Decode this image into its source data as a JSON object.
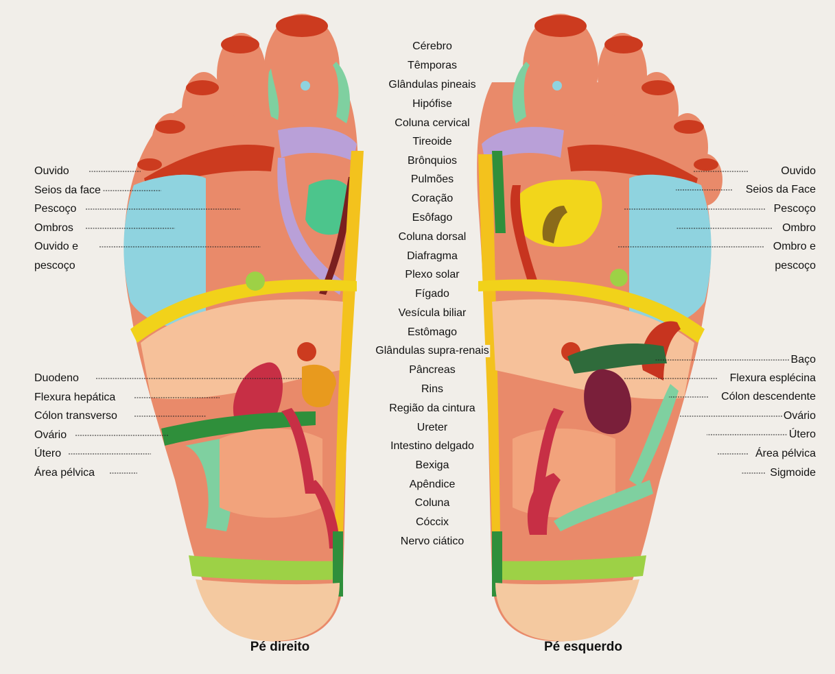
{
  "center_labels": [
    "Cérebro",
    "Têmporas",
    "Glândulas pineais",
    "Hipófise",
    "Coluna cervical",
    "Tireoide",
    "Brônquios",
    "Pulmões",
    "Coração",
    "Esôfago",
    "Coluna dorsal",
    "Diafragma",
    "Plexo solar",
    "Fígado",
    "Vesícula biliar",
    "Estômago",
    "Glândulas supra-renais",
    "Pâncreas",
    "Rins",
    "Região da cintura",
    "Ureter",
    "Intestino delgado",
    "Bexiga",
    "Apêndice",
    "Coluna",
    "Cóccix",
    "Nervo ciático"
  ],
  "left_labels": [
    "Ouvido",
    "Seios da face",
    "Pescoço",
    "Ombros",
    "Ouvido e",
    "pescoço",
    "Duodeno",
    "Flexura hepática",
    "Cólon transverso",
    "Ovário",
    "Útero",
    "Área pélvica"
  ],
  "right_labels": [
    "Ouvido",
    "Seios da Face",
    "Pescoço",
    "Ombro",
    "Ombro e",
    "pescoço",
    "Baço",
    "Flexura esplécina",
    "Cólon descendente",
    "Ovário",
    "Útero",
    "Área pélvica",
    "Sigmoide"
  ],
  "footer": {
    "right_foot": "Pé direito",
    "left_foot": "Pé esquerdo"
  },
  "colors": {
    "skin": "#e98a6a",
    "toe_tip": "#cc3b1f",
    "shoulder": "#8fd3df",
    "diaphragm": "#f1d21a",
    "spine": "#f3c21d",
    "heart": "#f2d61b",
    "lung_green": "#4cc58c",
    "kidney": "#c72f45",
    "colon_green": "#2f8f3b",
    "intestine": "#f2a37c",
    "heel": "#f4c9a0",
    "thyroid": "#b9a0d8"
  }
}
